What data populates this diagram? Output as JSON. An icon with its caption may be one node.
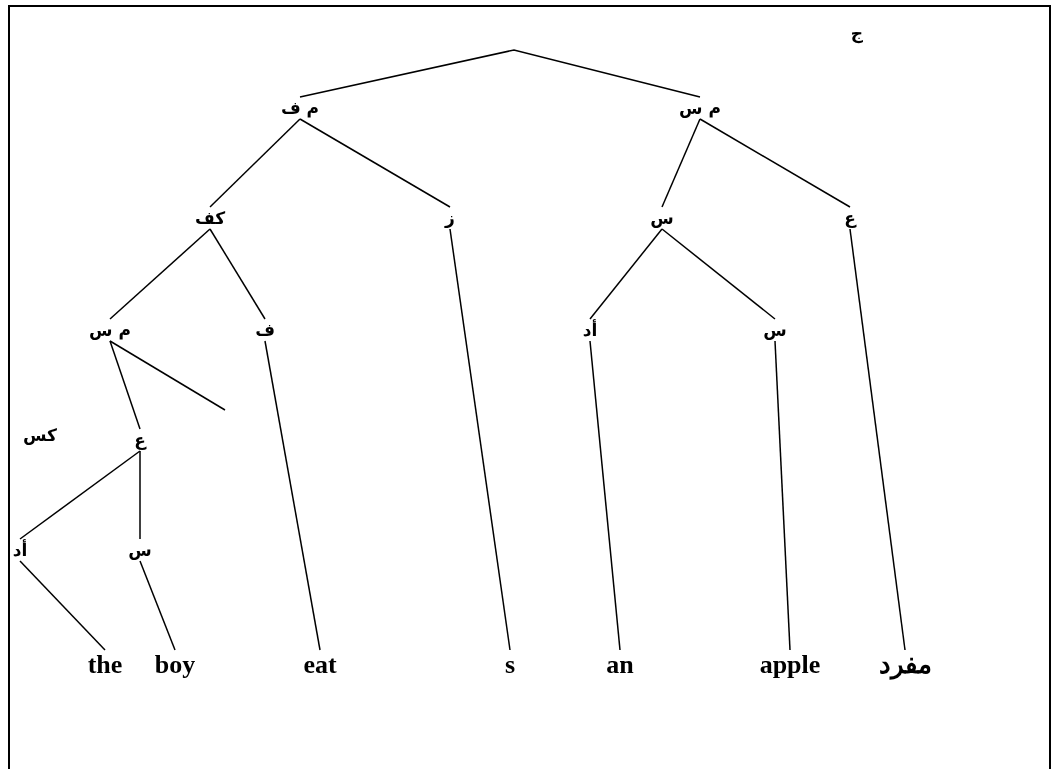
{
  "diagram": {
    "nodes": [
      {
        "text": [
          "م ف"
        ]
      },
      {
        "text": [
          "م س"
        ]
      },
      {
        "text": [
          "كف"
        ]
      },
      {
        "text": [
          "ز"
        ]
      },
      {
        "text": [
          "س"
        ]
      },
      {
        "text": [
          "ع"
        ]
      },
      {
        "text": [
          "م س"
        ]
      },
      {
        "text": [
          "ف"
        ]
      },
      {
        "text": [
          "أد"
        ]
      },
      {
        "text": [
          "س"
        ]
      },
      {
        "text": [
          "ع"
        ]
      },
      {
        "text": [
          "أد"
        ]
      },
      {
        "text": [
          "س"
        ]
      },
      {
        "text": [
          "the"
        ]
      },
      {
        "text": [
          "boy"
        ]
      },
      {
        "text": [
          "eat"
        ]
      },
      {
        "text": [
          "s"
        ]
      },
      {
        "text": [
          "an"
        ]
      },
      {
        "text": [
          "apple"
        ]
      },
      {
        "text": [
          "مفرد"
        ]
      }
    ],
    "edges": [
      {
        "from": 0,
        "to": 1,
        "arrow": "none"
      },
      {
        "from": 0,
        "to": 2,
        "arrow": "none"
      },
      {
        "from": 0,
        "to": 3,
        "arrow": "none"
      },
      {
        "from": 1,
        "to": 4,
        "arrow": "none"
      },
      {
        "from": 1,
        "to": 5,
        "arrow": "none"
      },
      {
        "from": 2,
        "to": 6,
        "arrow": "none"
      },
      {
        "from": 2,
        "to": 7,
        "arrow": "none"
      },
      {
        "from": 4,
        "to": 8,
        "arrow": "none"
      },
      {
        "from": 4,
        "to": 9,
        "arrow": "none"
      },
      {
        "from": 6,
        "to": 10,
        "arrow": "none"
      },
      {
        "from": 6,
        "to": null,
        "arrow": "none"
      },
      {
        "from": 10,
        "to": 11,
        "arrow": "none"
      },
      {
        "from": 10,
        "to": 12,
        "arrow": "none"
      },
      {
        "from": 11,
        "to": 13,
        "arrow": "none"
      },
      {
        "from": 12,
        "to": 14,
        "arrow": "none"
      },
      {
        "from": 7,
        "to": 15,
        "arrow": "none"
      },
      {
        "from": 3,
        "to": 16,
        "arrow": "none"
      },
      {
        "from": 8,
        "to": 17,
        "arrow": "none"
      },
      {
        "from": 9,
        "to": 18,
        "arrow": "none"
      },
      {
        "from": 5,
        "to": 19,
        "arrow": "none"
      }
    ],
    "labels": [
      "ج",
      "كس"
    ]
  }
}
